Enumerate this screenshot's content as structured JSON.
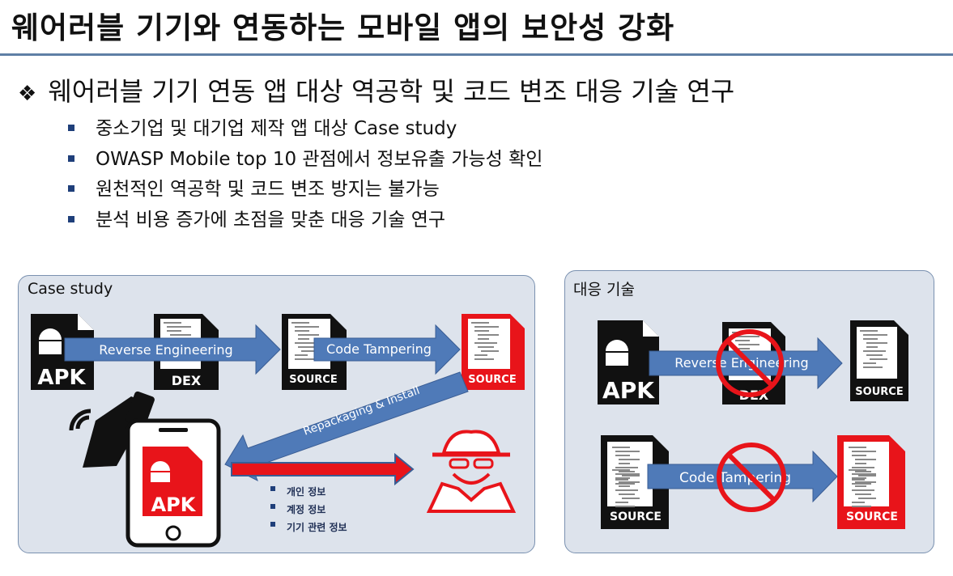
{
  "title": "웨어러블 기기와 연동하는 모바일 앱의 보안성 강화",
  "main_bullet": {
    "marker": "❖",
    "text": "웨어러블 기기 연동 앱 대상 역공학 및 코드 변조 대응 기술 연구"
  },
  "sub_bullets": [
    "중소기업 및 대기업 제작 앱 대상 Case study",
    "OWASP Mobile top 10 관점에서 정보유출 가능성 확인",
    "원천적인 역공학 및 코드 변조 방지는 불가능",
    "분석 비용 증가에 초점을 맞춘 대응 기술 연구"
  ],
  "case_study": {
    "label": "Case study",
    "apk_label": "APK",
    "dex_label": "DEX",
    "source_label": "SOURCE",
    "source_tampered_label": "SOURCE",
    "arrow_reverse": "Reverse Engineering",
    "arrow_tamper": "Code Tampering",
    "arrow_repack": "Repackaging & Install",
    "phone_apk_label": "APK",
    "leak_items": [
      "개인 정보",
      "계정 정보",
      "기기 관련 정보"
    ]
  },
  "countermeasure": {
    "label": "대응 기술",
    "apk_label": "APK",
    "dex_label": "DEX",
    "source_label": "SOURCE",
    "source_label_2": "SOURCE",
    "source_tampered_label": "SOURCE",
    "arrow_reverse": "Reverse Engineering",
    "arrow_tamper": "Code Tampering"
  },
  "colors": {
    "arrow_blue": "#4f7ab8",
    "alert_red": "#e8141a",
    "rule_blue": "#5f7fa5",
    "panel_bg": "#dde3ec"
  }
}
